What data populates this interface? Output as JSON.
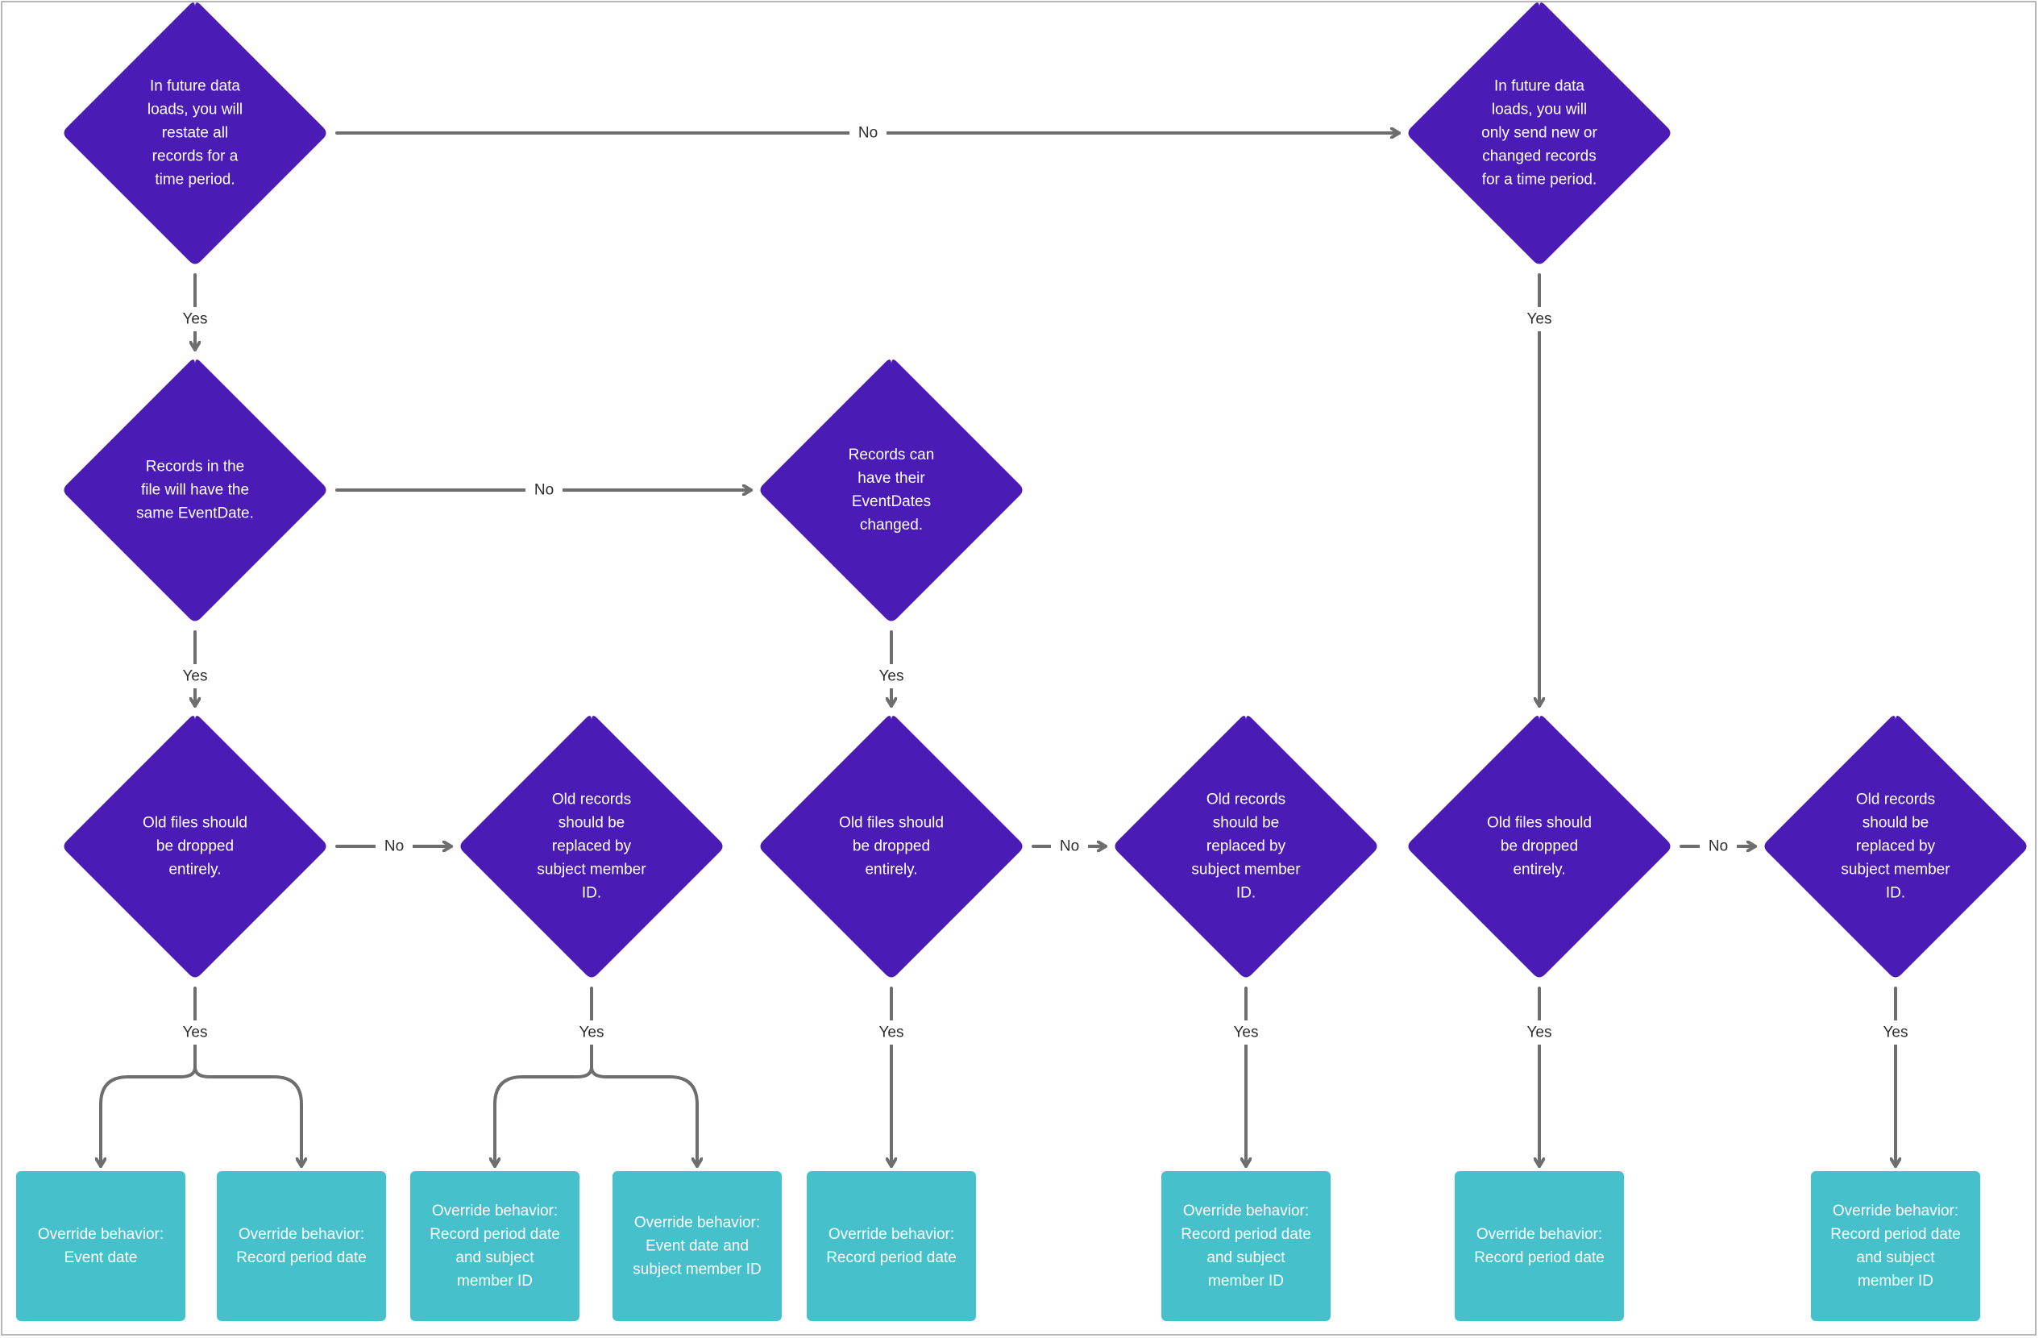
{
  "colors": {
    "decision_fill": "#4A1BB5",
    "outcome_fill": "#46C0CB",
    "connector": "#6e6e6e",
    "label_text": "#2e2e2e",
    "node_text": "#ffffff"
  },
  "nodes": [
    {
      "id": "d1",
      "kind": "decision",
      "lines": [
        "In future data",
        "loads, you will",
        "restate all",
        "records for a",
        "time period."
      ]
    },
    {
      "id": "d2",
      "kind": "decision",
      "lines": [
        "In future data",
        "loads, you will",
        "only send new or",
        "changed records",
        "for a time period."
      ]
    },
    {
      "id": "d3",
      "kind": "decision",
      "lines": [
        "Records in the",
        "file will have the",
        "same EventDate."
      ]
    },
    {
      "id": "d4",
      "kind": "decision",
      "lines": [
        "Records can",
        "have their",
        "EventDates",
        "changed."
      ]
    },
    {
      "id": "d5",
      "kind": "decision",
      "lines": [
        "Old files should",
        "be dropped",
        "entirely."
      ]
    },
    {
      "id": "d6",
      "kind": "decision",
      "lines": [
        "Old records",
        "should be",
        "replaced by",
        "subject member",
        "ID."
      ]
    },
    {
      "id": "d7",
      "kind": "decision",
      "lines": [
        "Old files should",
        "be dropped",
        "entirely."
      ]
    },
    {
      "id": "d8",
      "kind": "decision",
      "lines": [
        "Old records",
        "should be",
        "replaced by",
        "subject member",
        "ID."
      ]
    },
    {
      "id": "d9",
      "kind": "decision",
      "lines": [
        "Old files should",
        "be dropped",
        "entirely."
      ]
    },
    {
      "id": "d10",
      "kind": "decision",
      "lines": [
        "Old records",
        "should be",
        "replaced by",
        "subject member",
        "ID."
      ]
    },
    {
      "id": "o1",
      "kind": "outcome",
      "lines": [
        "Override behavior:",
        "Event date"
      ]
    },
    {
      "id": "o2",
      "kind": "outcome",
      "lines": [
        "Override behavior:",
        "Record period date"
      ]
    },
    {
      "id": "o3",
      "kind": "outcome",
      "lines": [
        "Override behavior:",
        "Record period date",
        "and subject",
        "member ID"
      ]
    },
    {
      "id": "o4",
      "kind": "outcome",
      "lines": [
        "Override behavior:",
        "Event date and",
        "subject member ID"
      ]
    },
    {
      "id": "o5",
      "kind": "outcome",
      "lines": [
        "Override behavior:",
        "Record period date"
      ]
    },
    {
      "id": "o6",
      "kind": "outcome",
      "lines": [
        "Override behavior:",
        "Record period date",
        "and subject",
        "member ID"
      ]
    },
    {
      "id": "o7",
      "kind": "outcome",
      "lines": [
        "Override behavior:",
        "Record period date"
      ]
    },
    {
      "id": "o8",
      "kind": "outcome",
      "lines": [
        "Override behavior:",
        "Record period date",
        "and subject",
        "member ID"
      ]
    }
  ],
  "edges": [
    {
      "id": "e1",
      "from": "d1",
      "to": "d2",
      "label": "No"
    },
    {
      "id": "e2",
      "from": "d1",
      "to": "d3",
      "label": "Yes"
    },
    {
      "id": "e3",
      "from": "d2",
      "to": "d9",
      "label": "Yes"
    },
    {
      "id": "e4",
      "from": "d3",
      "to": "d4",
      "label": "No"
    },
    {
      "id": "e5",
      "from": "d3",
      "to": "d5",
      "label": "Yes"
    },
    {
      "id": "e6",
      "from": "d4",
      "to": "d7",
      "label": "Yes"
    },
    {
      "id": "e7",
      "from": "d5",
      "to": "d6",
      "label": "No"
    },
    {
      "id": "e8",
      "from": "d5",
      "to": [
        "o1",
        "o2"
      ],
      "label": "Yes"
    },
    {
      "id": "e9",
      "from": "d6",
      "to": [
        "o3",
        "o4"
      ],
      "label": "Yes"
    },
    {
      "id": "e10",
      "from": "d7",
      "to": "d8",
      "label": "No"
    },
    {
      "id": "e11",
      "from": "d7",
      "to": "o5",
      "label": "Yes"
    },
    {
      "id": "e12",
      "from": "d8",
      "to": "o6",
      "label": "Yes"
    },
    {
      "id": "e13",
      "from": "d9",
      "to": "d10",
      "label": "No"
    },
    {
      "id": "e14",
      "from": "d9",
      "to": "o7",
      "label": "Yes"
    },
    {
      "id": "e15",
      "from": "d10",
      "to": "o8",
      "label": "Yes"
    }
  ]
}
